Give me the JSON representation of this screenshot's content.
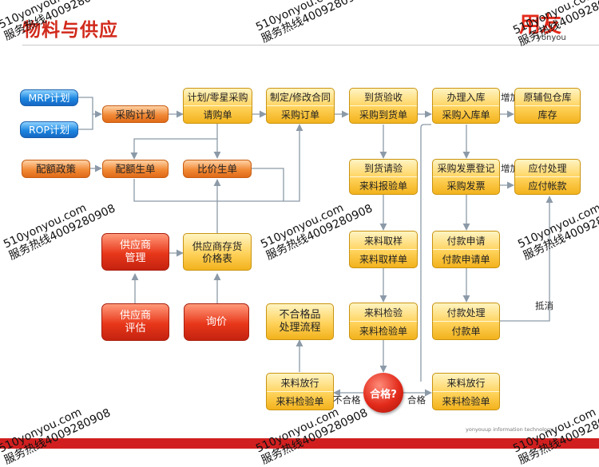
{
  "header": {
    "title": "物料与供应",
    "logo_cn": "用友",
    "logo_en": "yonyou"
  },
  "footer": {
    "text": "yonyouup information technology"
  },
  "watermark": {
    "line1": "510yonyou.com",
    "line2": "服务热线4009280908"
  },
  "nodes": {
    "mrp": "MRP计划",
    "rop": "ROP计划",
    "purchase_plan": "采购计划",
    "plan_request": {
      "top": "计划/零星采购",
      "bottom": "请购单"
    },
    "contract": {
      "top": "制定/修改合同",
      "bottom": "采购订单"
    },
    "arrival_check": {
      "top": "到货验收",
      "bottom": "采购到货单"
    },
    "warehouse_in": {
      "top": "办理入库",
      "bottom": "采购入库单"
    },
    "stock": {
      "top": "原辅包仓库",
      "bottom": "库存"
    },
    "quota_policy": "配额政策",
    "quota_gen": "配额生单",
    "price_compare": "比价生单",
    "arrival_request": {
      "top": "到货请验",
      "bottom": "来料报验单"
    },
    "invoice_reg": {
      "top": "采购发票登记",
      "bottom": "采购发票"
    },
    "payable": {
      "top": "应付处理",
      "bottom": "应付帐款"
    },
    "supplier_mgmt": "供应商\n管理",
    "supplier_price": "供应商存货\n价格表",
    "sample": {
      "top": "来料取样",
      "bottom": "来料取样单"
    },
    "pay_request": {
      "top": "付款申请",
      "bottom": "付款申请单"
    },
    "supplier_eval": "供应商\n评估",
    "inquiry": "询价",
    "nonconform": "不合格品\n处理流程",
    "inspection": {
      "top": "来料检验",
      "bottom": "来料检验单"
    },
    "pay_process": {
      "top": "付款处理",
      "bottom": "付款单"
    },
    "release_left": {
      "top": "来料放行",
      "bottom": "来料检验单"
    },
    "qualified": "合格?",
    "release_right": {
      "top": "来料放行",
      "bottom": "来料检验单"
    }
  },
  "labels": {
    "add1": "增加",
    "add2": "增加",
    "offset": "抵消",
    "fail": "不合格",
    "pass": "合格"
  },
  "colors": {
    "title": "#d12a1c",
    "footer": "#d11f1f",
    "line": "#8c9aa8"
  }
}
